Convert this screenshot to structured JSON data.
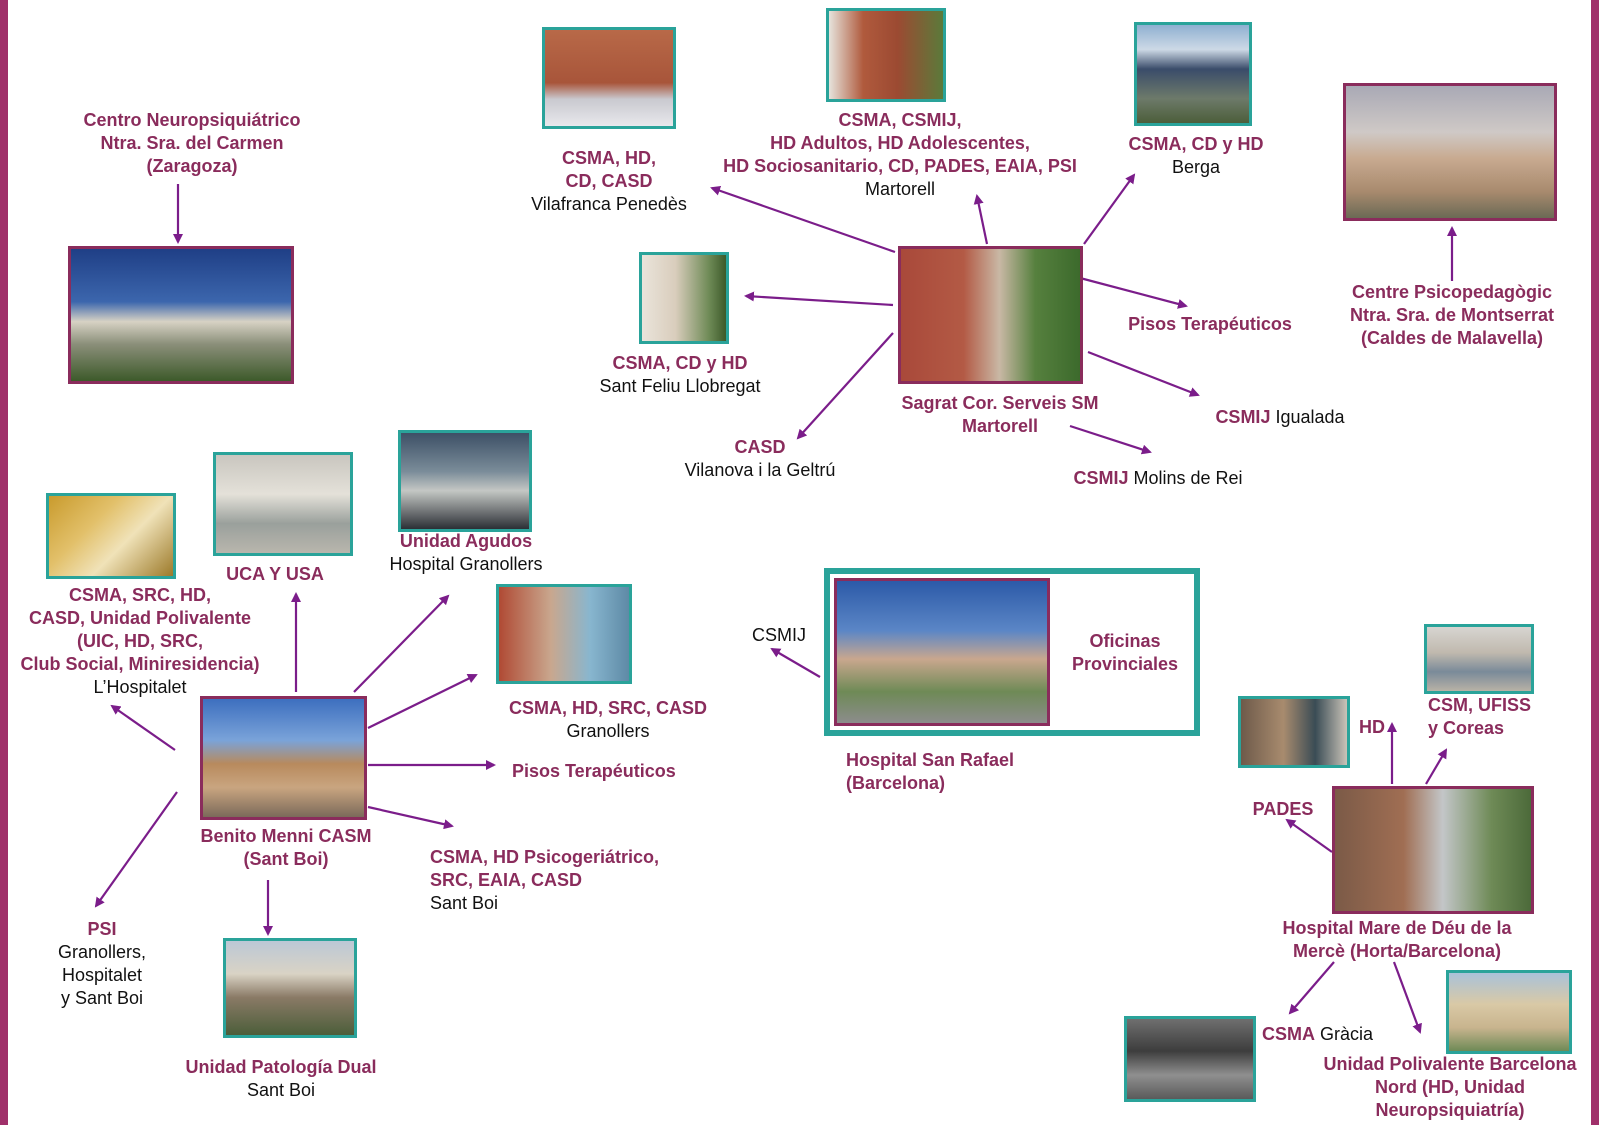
{
  "colors": {
    "accent": "#8a2c5c",
    "frame": "#a0306a",
    "teal": "#2aa39a",
    "arrow": "#7b1d8a"
  },
  "nodes": {
    "zaragoza": [
      "Centro Neuropsiquiátrico",
      "Ntra. Sra. del Carmen",
      "(Zaragoza)"
    ],
    "vilafranca": {
      "services": [
        "CSMA, HD,",
        "CD, CASD"
      ],
      "place": "Vilafranca Penedès"
    },
    "martorell_services": {
      "services": [
        "CSMA, CSMIJ,",
        "HD Adultos, HD Adolescentes,",
        "HD Sociosanitario, CD, PADES, EAIA, PSI"
      ],
      "place": "Martorell"
    },
    "berga": {
      "services": "CSMA, CD y HD",
      "place": "Berga"
    },
    "montserrat": [
      "Centre Psicopedagògic",
      "Ntra. Sra. de Montserrat",
      "(Caldes de Malavella)"
    ],
    "santfeliu": {
      "services": "CSMA, CD y HD",
      "place": "Sant Feliu Llobregat"
    },
    "pisos_martorell": "Pisos Terapéuticos",
    "sagrat": [
      "Sagrat Cor. Serveis SM",
      "Martorell"
    ],
    "igualada": {
      "services": "CSMIJ",
      "place": "Igualada"
    },
    "vilanova": {
      "services": "CASD",
      "place": "Vilanova i la Geltrú"
    },
    "molins": {
      "services": "CSMIJ",
      "place": "Molins de Rei"
    },
    "agudos": {
      "services": "Unidad Agudos",
      "place": "Hospital Granollers"
    },
    "uca": "UCA Y USA",
    "hospitalet": {
      "services": [
        "CSMA, SRC, HD,",
        "CASD, Unidad Polivalente",
        "(UIC, HD, SRC,",
        "Club Social, Miniresidencia)"
      ],
      "place": "L’Hospitalet"
    },
    "granollers": {
      "services": "CSMA, HD, SRC, CASD",
      "place": "Granollers"
    },
    "pisos_santboi": "Pisos Terapéuticos",
    "benito": [
      "Benito Menni CASM",
      "(Sant Boi)"
    ],
    "psicogeriatrico": {
      "services": [
        "CSMA, HD Psicogeriátrico,",
        "SRC, EAIA, CASD"
      ],
      "place": "Sant Boi"
    },
    "psi": {
      "services": "PSI",
      "place": [
        "Granollers,",
        "Hospitalet",
        "y Sant Boi"
      ]
    },
    "dual": {
      "services": "Unidad Patología Dual",
      "place": "Sant Boi"
    },
    "csmij_sr": "CSMIJ",
    "oficinas": [
      "Oficinas",
      "Provinciales"
    ],
    "sanrafael": [
      "Hospital San Rafael",
      "(Barcelona)"
    ],
    "hd_merce": "HD",
    "csm_ufiss": [
      "CSM, UFISS",
      "y Coreas"
    ],
    "pades": "PADES",
    "merce": [
      "Hospital Mare de Déu de la",
      "Mercè (Horta/Barcelona)"
    ],
    "gracia": {
      "services": "CSMA",
      "place": "Gràcia"
    },
    "polivalente": [
      "Unidad Polivalente Barcelona",
      "Nord (HD, Unidad",
      "Neuropsiquiatría)"
    ]
  }
}
